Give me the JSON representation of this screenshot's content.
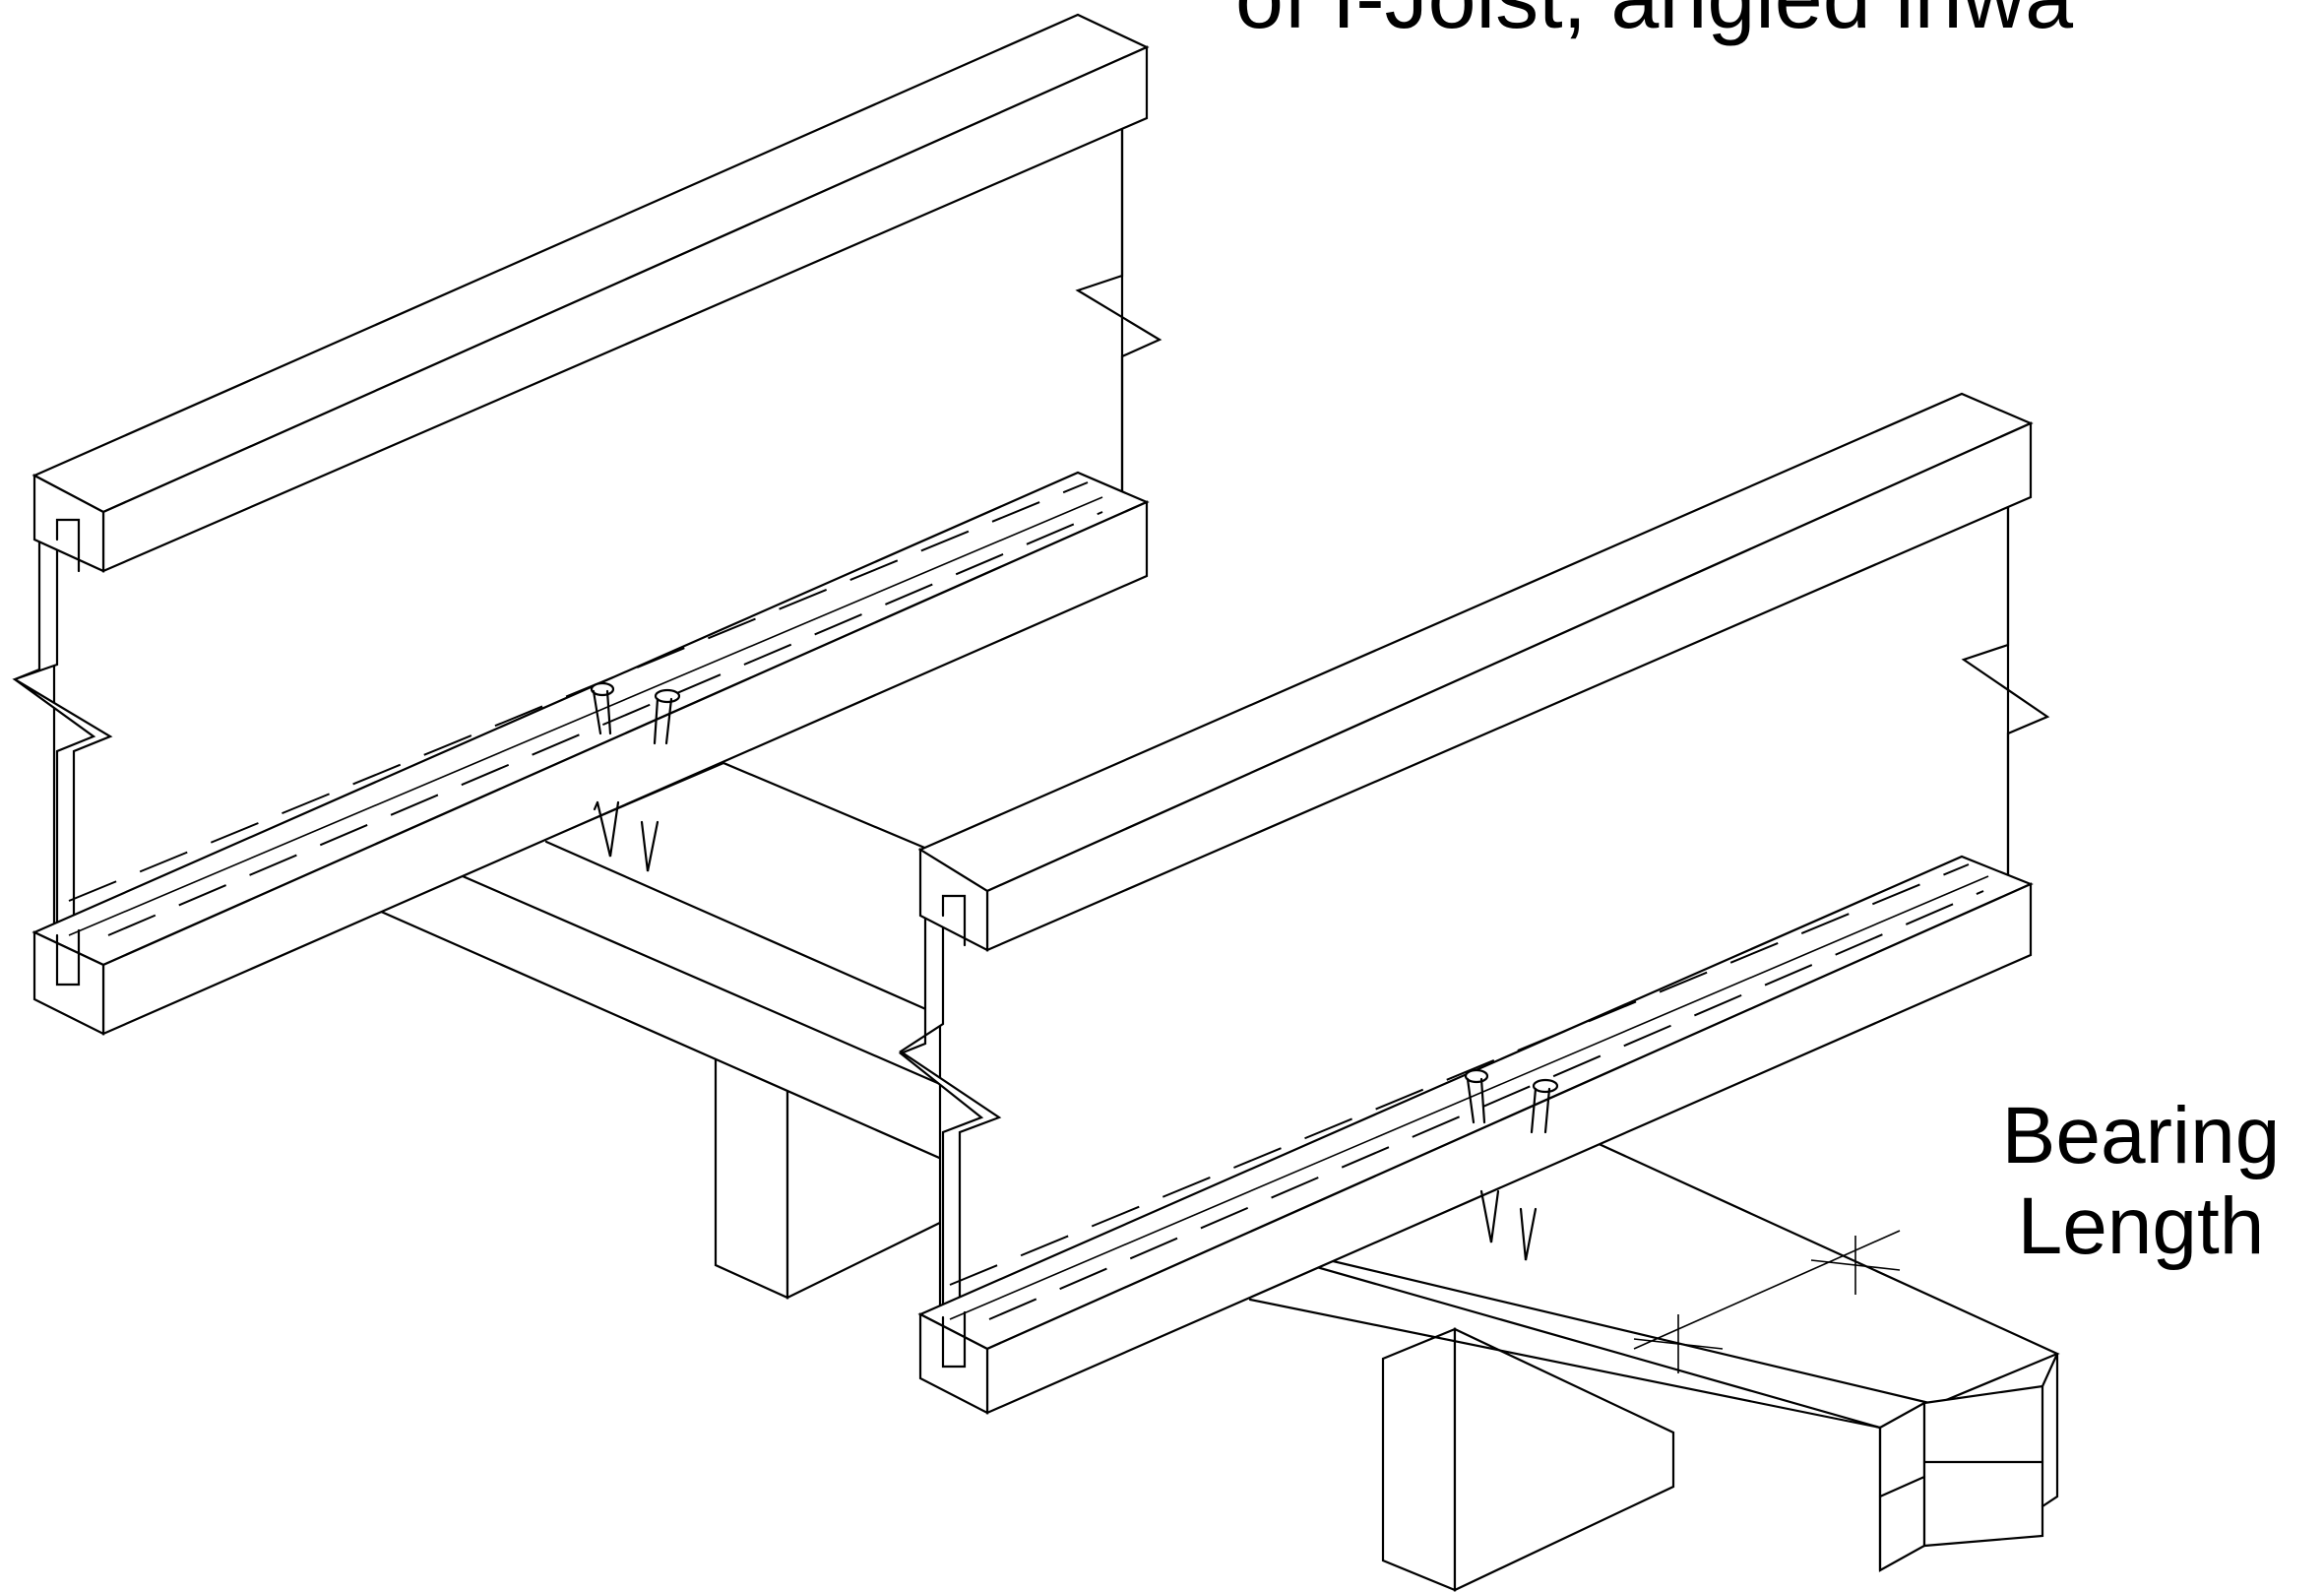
{
  "caption": {
    "text": "of I-Joist, angled inwa"
  },
  "bearing_label": {
    "line1": "Bearing",
    "line2": "Length"
  },
  "colors": {
    "line": "#000000",
    "background": "#ffffff"
  }
}
